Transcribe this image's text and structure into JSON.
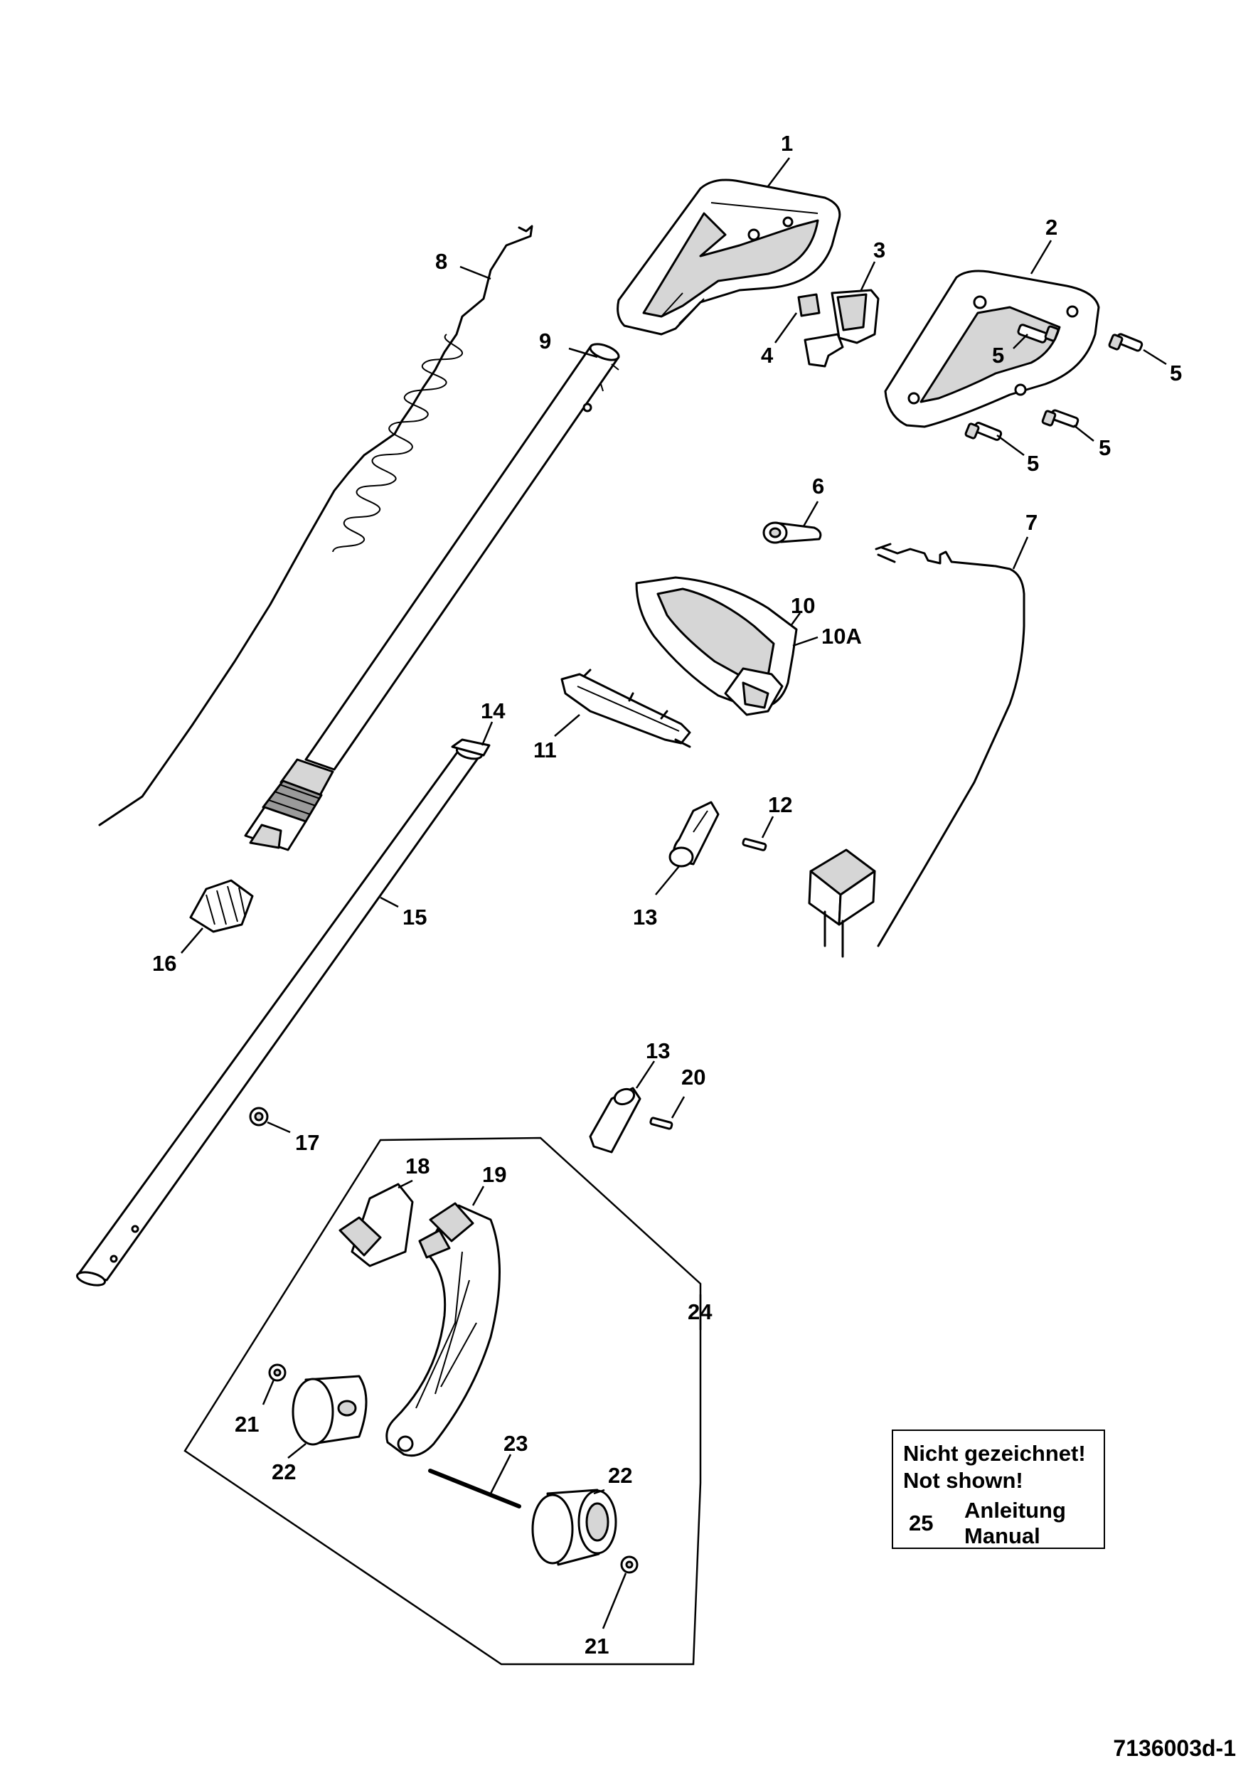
{
  "labels": {
    "p1": "1",
    "p2": "2",
    "p3": "3",
    "p4": "4",
    "p5a": "5",
    "p5b": "5",
    "p5c": "5",
    "p5d": "5",
    "p6": "6",
    "p7": "7",
    "p8": "8",
    "p9": "9",
    "p10": "10",
    "p10a": "10A",
    "p11": "11",
    "p12": "12",
    "p13a": "13",
    "p13b": "13",
    "p14": "14",
    "p15": "15",
    "p16": "16",
    "p17": "17",
    "p18": "18",
    "p19": "19",
    "p20": "20",
    "p21a": "21",
    "p21b": "21",
    "p22a": "22",
    "p22b": "22",
    "p23": "23",
    "p24": "24"
  },
  "note": {
    "line1": "Nicht gezeichnet!",
    "line2": "Not shown!",
    "item_number": "25",
    "item_de": "Anleitung",
    "item_en": "Manual"
  },
  "drawing_number": "7136003d-1"
}
